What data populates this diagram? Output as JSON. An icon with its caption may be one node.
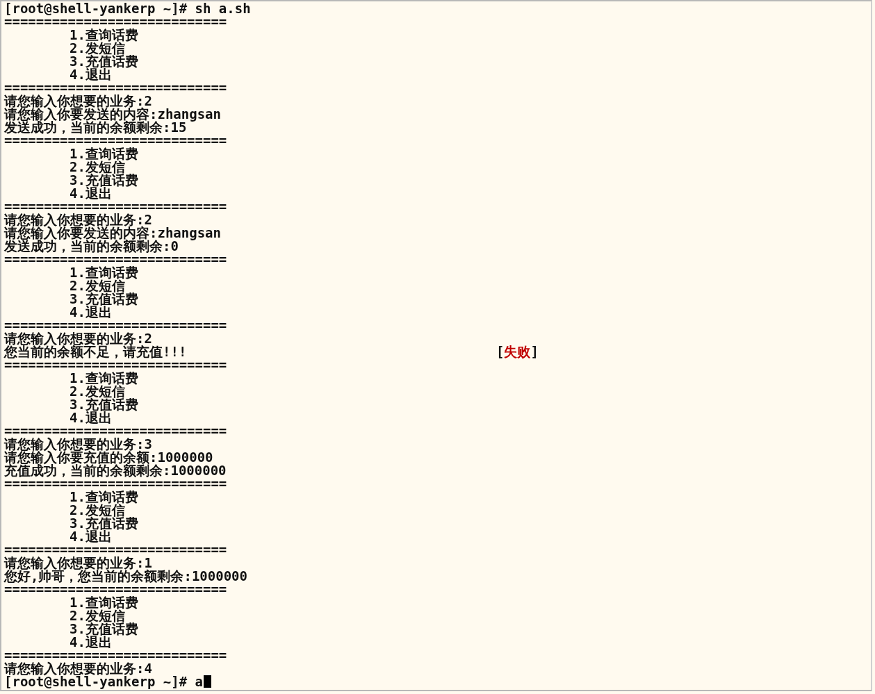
{
  "diagram": {
    "labels": [
      "[root@shell-yankerp ~]# sh a.sh",
      "============================",
      "1.查询话费",
      "2.发短信",
      "3.充值话费",
      "4.退出",
      "============================",
      "请您输入你想要的业务:2",
      "请您输入你要发送的内容:zhangsan",
      "发送成功，当前的余额剩余:15",
      "============================",
      "1.查询话费",
      "2.发短信",
      "3.充值话费",
      "4.退出",
      "============================",
      "请您输入你想要的业务:2",
      "请您输入你要发送的内容:zhangsan",
      "发送成功，当前的余额剩余:0",
      "============================",
      "1.查询话费",
      "2.发短信",
      "3.充值话费",
      "4.退出",
      "============================",
      "请您输入你想要的业务:2",
      "您当前的余额不足，请充值!!!",
      "[失败]",
      "============================",
      "1.查询话费",
      "2.发短信",
      "3.充值话费",
      "4.退出",
      "============================",
      "请您输入你想要的业务:3",
      "请您输入你要充值的余额:1000000",
      "充值成功，当前的余额剩余:1000000",
      "============================",
      "1.查询话费",
      "2.发短信",
      "3.充值话费",
      "4.退出",
      "============================",
      "请您输入你想要的业务:1",
      "您好,帅哥，您当前的余额剩余:1000000",
      "============================",
      "1.查询话费",
      "2.发短信",
      "3.充值话费",
      "4.退出",
      "============================",
      "请您输入你想要的业务:4",
      "[root@shell-yankerp ~]# a"
    ]
  }
}
